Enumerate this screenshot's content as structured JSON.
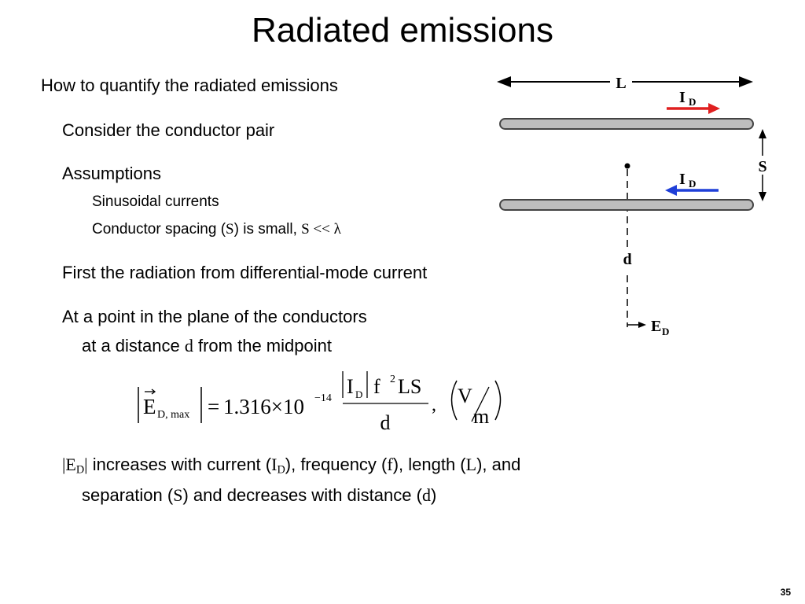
{
  "title": "Radiated emissions",
  "bullets": {
    "quantify": "How to quantify the radiated emissions",
    "consider": "Consider the conductor pair",
    "assumptions": "Assumptions",
    "sinusoidal": "Sinusoidal currents",
    "spacing_prefix": "Conductor spacing (",
    "spacing_var": "S",
    "spacing_mid": ") is small, ",
    "spacing_ineq": "S << λ",
    "first_radiation": "First the radiation from differential-mode current",
    "point_line1": "At a point in the plane of the conductors",
    "point_line2_prefix": "at a distance ",
    "point_line2_var": "d",
    "point_line2_suffix": " from the midpoint"
  },
  "formula": {
    "lhs_symbol": "E",
    "lhs_subscript": "D, max",
    "equals": "=",
    "coefficient": "1.316×10",
    "exponent": "−14",
    "num_I": "I",
    "num_I_sub": "D",
    "num_f": "f",
    "num_f_exp": "2",
    "num_LS": "LS",
    "denominator": "d",
    "comma": ",",
    "unit_num": "V",
    "unit_den": "m"
  },
  "conclusion": {
    "e_open": "|E",
    "e_sub": "D",
    "e_close": "|",
    "t1": " increases with current (",
    "i": "I",
    "i_sub": "D",
    "t2": "), frequency (",
    "f": "f",
    "t3": "), length (",
    "L": "L",
    "t4": "), and",
    "line2_prefix": "separation (",
    "S": "S",
    "line2_mid": ") and decreases with distance (",
    "d": "d",
    "line2_suffix": ")"
  },
  "diagram": {
    "label_L": "L",
    "label_I": "I",
    "label_I_sub": "D",
    "label_S": "S",
    "label_d": "d",
    "label_E": "E",
    "label_E_sub": "D",
    "colors": {
      "conductor_fill": "#bdbdbd",
      "arrow_top": "#e02020",
      "arrow_bottom": "#1f3fd8"
    }
  },
  "page_number": "35"
}
